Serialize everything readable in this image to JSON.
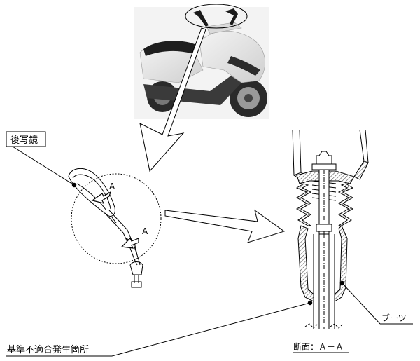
{
  "labels": {
    "mirror": "後写鏡",
    "section_marker_top": "A",
    "section_marker_bottom": "A",
    "boot": "ブーツ",
    "section_caption": "断面：Ａ－Ａ",
    "nonconformity": "基準不適合発生箇所"
  }
}
